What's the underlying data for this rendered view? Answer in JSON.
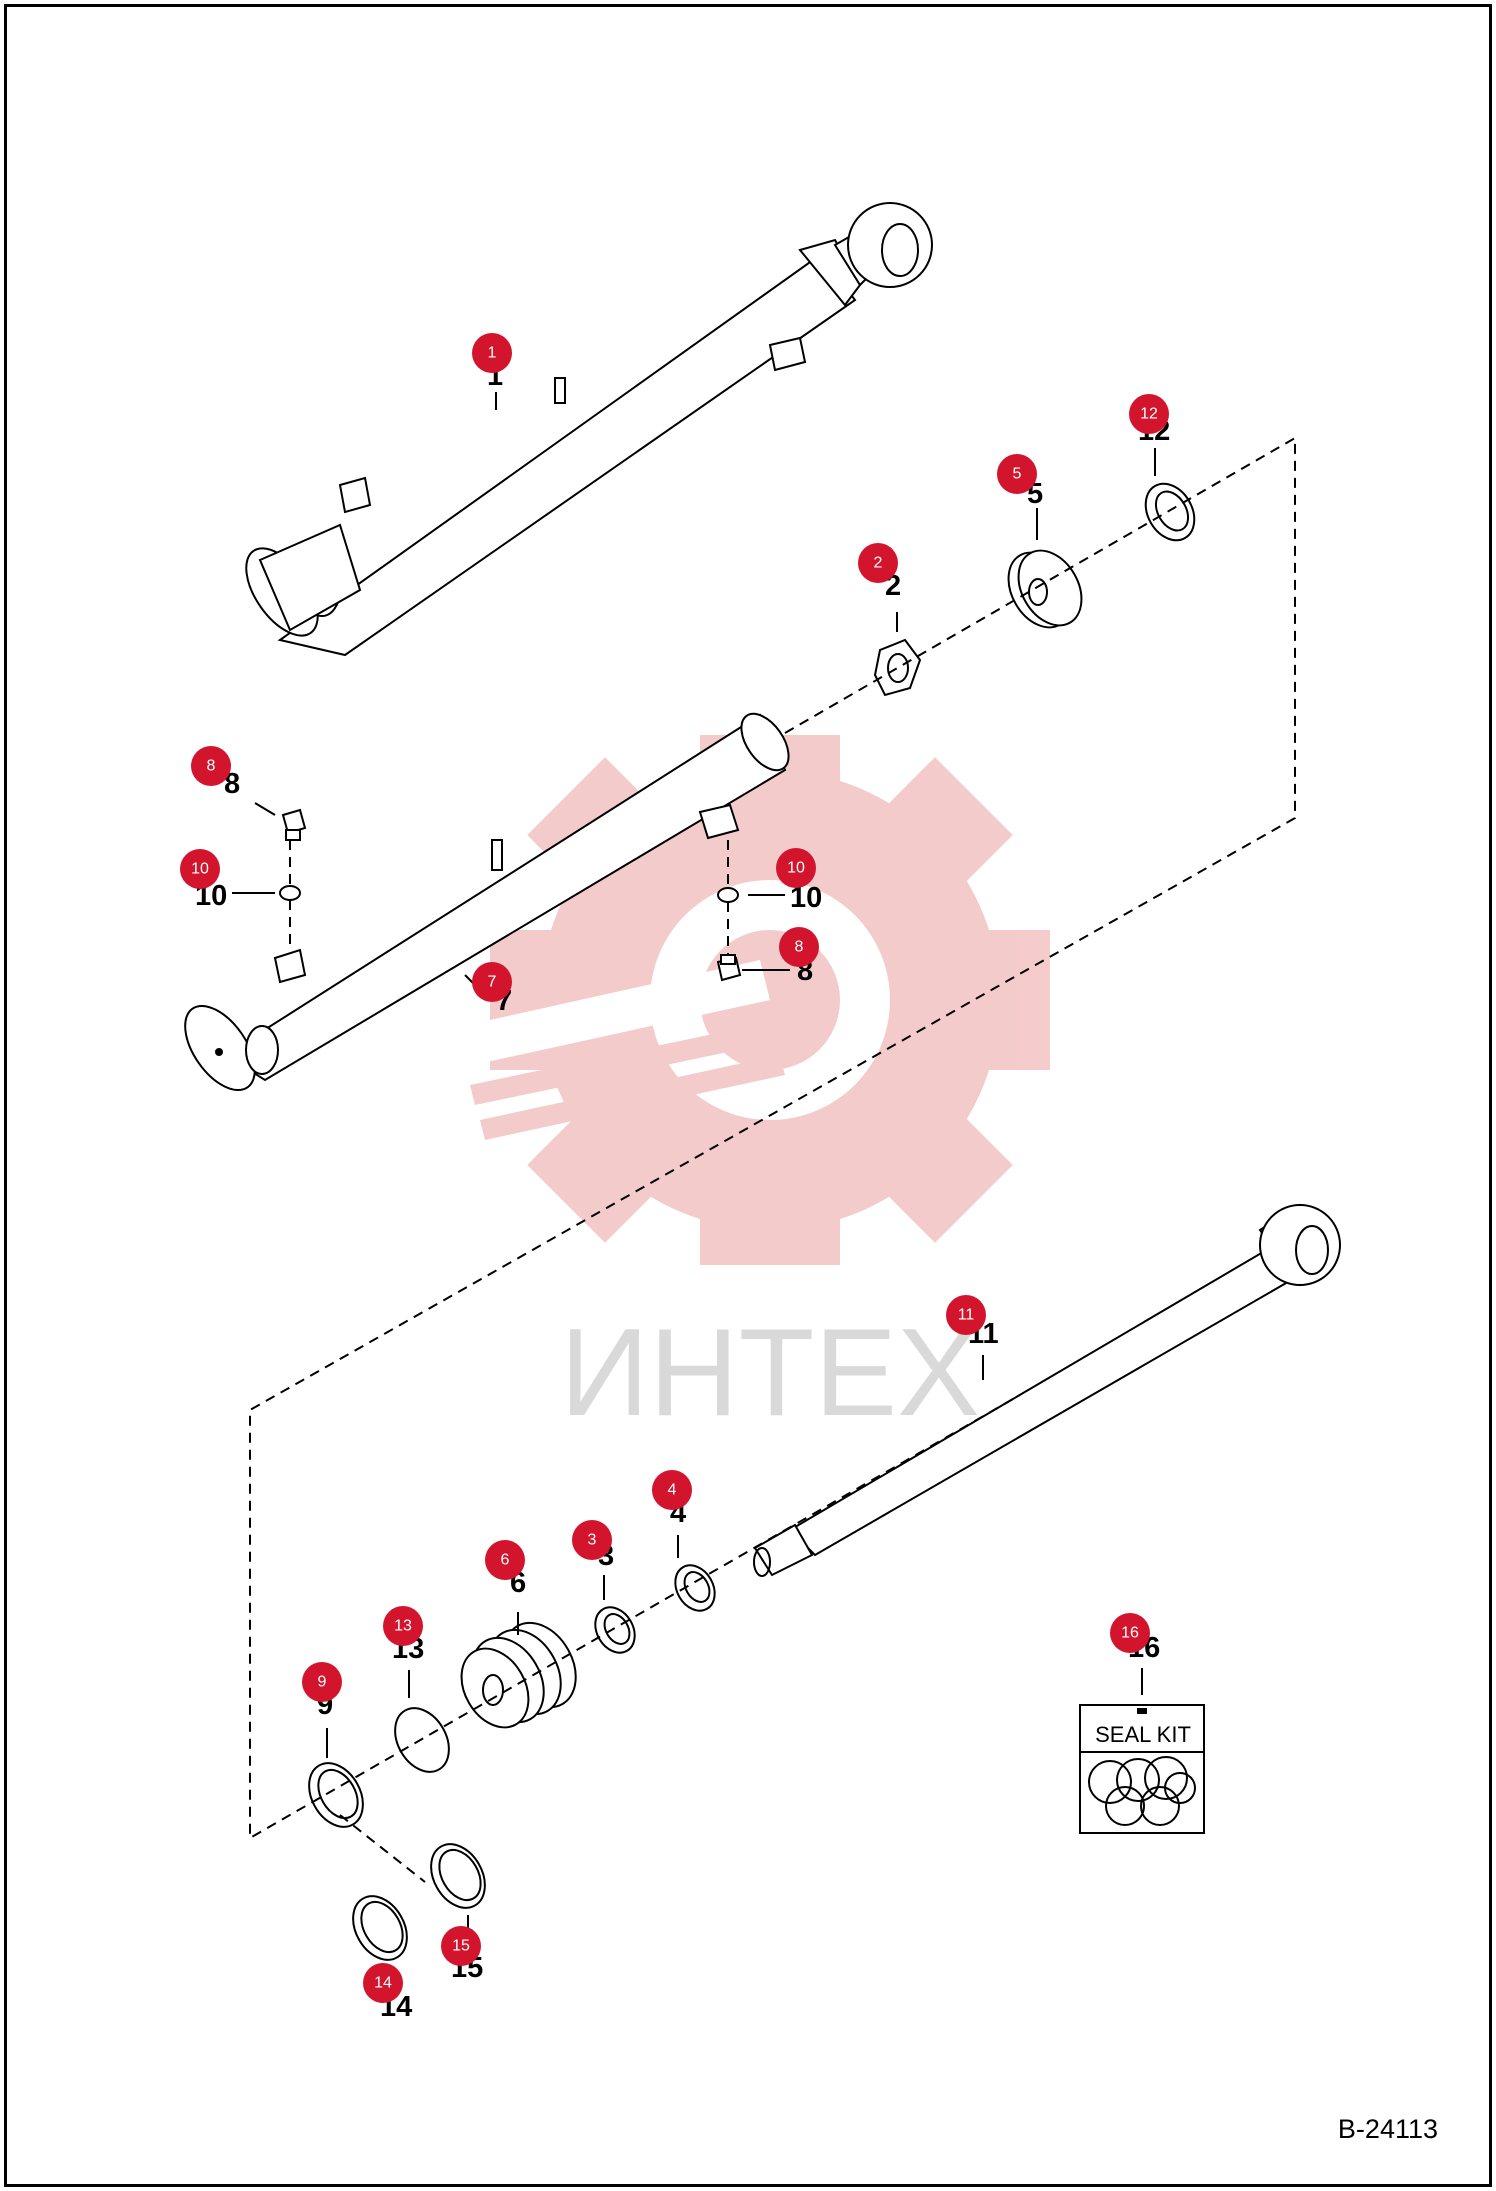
{
  "watermark": {
    "text": "ИНТЕХ",
    "color": "#f3c2c2"
  },
  "figure_code": "B-24113",
  "seal_kit": {
    "label": "SEAL KIT"
  },
  "accent_color": "#d2152c",
  "callouts": [
    {
      "id": "1",
      "label": "1"
    },
    {
      "id": "2",
      "label": "2"
    },
    {
      "id": "3",
      "label": "3"
    },
    {
      "id": "4",
      "label": "4"
    },
    {
      "id": "5",
      "label": "5"
    },
    {
      "id": "6",
      "label": "6"
    },
    {
      "id": "7",
      "label": "7"
    },
    {
      "id": "8a",
      "label": "8"
    },
    {
      "id": "8b",
      "label": "8"
    },
    {
      "id": "9",
      "label": "9"
    },
    {
      "id": "10a",
      "label": "10"
    },
    {
      "id": "10b",
      "label": "10"
    },
    {
      "id": "11",
      "label": "11"
    },
    {
      "id": "12",
      "label": "12"
    },
    {
      "id": "13",
      "label": "13"
    },
    {
      "id": "14",
      "label": "14"
    },
    {
      "id": "15",
      "label": "15"
    },
    {
      "id": "16",
      "label": "16"
    }
  ]
}
